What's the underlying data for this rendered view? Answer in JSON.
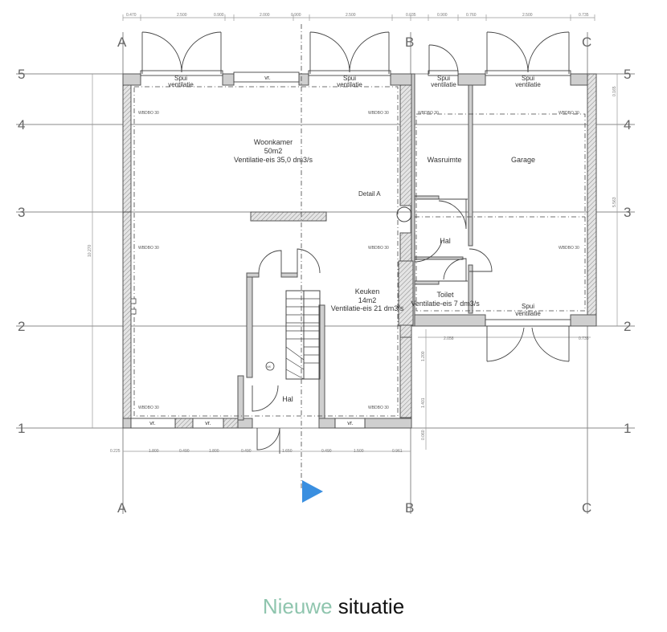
{
  "grid": {
    "columns": [
      "A",
      "B",
      "C"
    ],
    "rows": [
      "5",
      "4",
      "3",
      "2",
      "1"
    ]
  },
  "dimensions": {
    "top": [
      "0.470",
      "2.500",
      "0.900",
      "2.000",
      "0.900",
      "2.500",
      "0.035",
      "0.900",
      "0.760",
      "2.500",
      "0.735"
    ],
    "bottom": [
      "0.225",
      "1.800",
      "0.490",
      "1.800",
      "0.490",
      "1.650",
      "0.490",
      "1.500",
      "0.961"
    ],
    "right_mid": [
      "2.058",
      "0.735"
    ],
    "vertical_left": "10.270",
    "vertical_right_top": "0.165",
    "vertical_right": "5.563",
    "vertical_mid": [
      "1.200",
      "1.401",
      "0.060"
    ]
  },
  "rooms": {
    "woonkamer": {
      "name": "Woonkamer",
      "area": "50m2",
      "vent": "Ventilatie-eis 35,0 dm3/s"
    },
    "keuken": {
      "name": "Keuken",
      "area": "14m2",
      "vent": "Ventilatie-eis 21 dm3/s"
    },
    "wasruimte": {
      "name": "Wasruimte"
    },
    "garage": {
      "name": "Garage"
    },
    "hal_upper": {
      "name": "Hal"
    },
    "hal_lower": {
      "name": "Hal"
    },
    "toilet": {
      "name": "Toilet",
      "vent": "Ventilatie-eis 7 dm3/s"
    }
  },
  "labels": {
    "spui": "Spui",
    "ventilatie": "ventilatie",
    "vr": "vr.",
    "wbdbo": "WBDBO 30",
    "detail": "Detail A",
    "meter": "MK"
  },
  "caption": {
    "accent": "Nieuwe",
    "rest": "situatie"
  },
  "colors": {
    "arrow": "#3a8fe0",
    "caption_accent": "#8fc5ae"
  }
}
